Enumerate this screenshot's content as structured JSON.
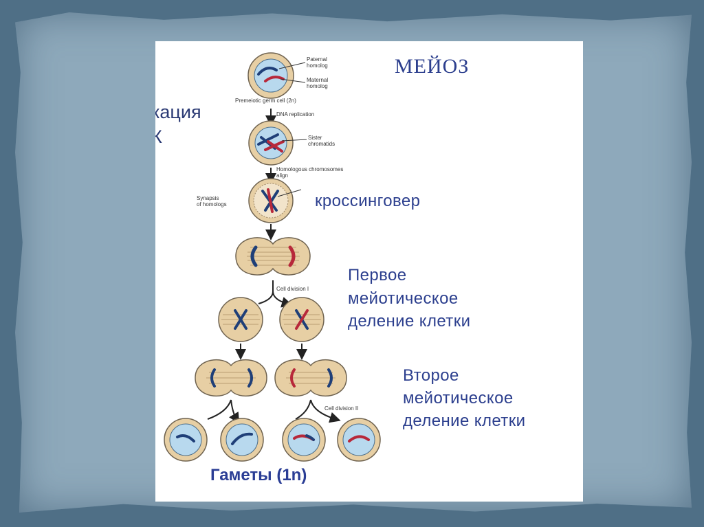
{
  "slide": {
    "title": "МЕЙОЗ",
    "cropped_text_1": "кация",
    "cropped_text_2": "К",
    "crossing_over": "кроссинговер",
    "division1": [
      "Первое",
      "мейотическое",
      "деление клетки"
    ],
    "division2": [
      "Второе",
      "мейотическое",
      "деление клетки"
    ],
    "gametes": "Гаметы  (1n)"
  },
  "figure_labels": {
    "paternal_homolog": [
      "Paternal",
      "homolog"
    ],
    "maternal_homolog": [
      "Maternal",
      "homolog"
    ],
    "premeiotic_cell": "Premeiotic germ cell (2n)",
    "dna_replication": "DNA replication",
    "sister_chromatids": [
      "Sister",
      "chromatids"
    ],
    "homologous_align": [
      "Homologous chromosomes",
      "align"
    ],
    "synapsis": [
      "Synapsis",
      "of homologs"
    ],
    "cell_division_1": "Cell division I",
    "cell_division_2": "Cell division II"
  },
  "colors": {
    "background": "#4f6f86",
    "paper": "#8ea9bb",
    "text_blue": "#2c3f8e",
    "cell_wall": "#e7cfa4",
    "nucleus": "#b8d9ee",
    "chromosome_blue": "#1f3f78",
    "chromosome_red": "#b7283a"
  }
}
